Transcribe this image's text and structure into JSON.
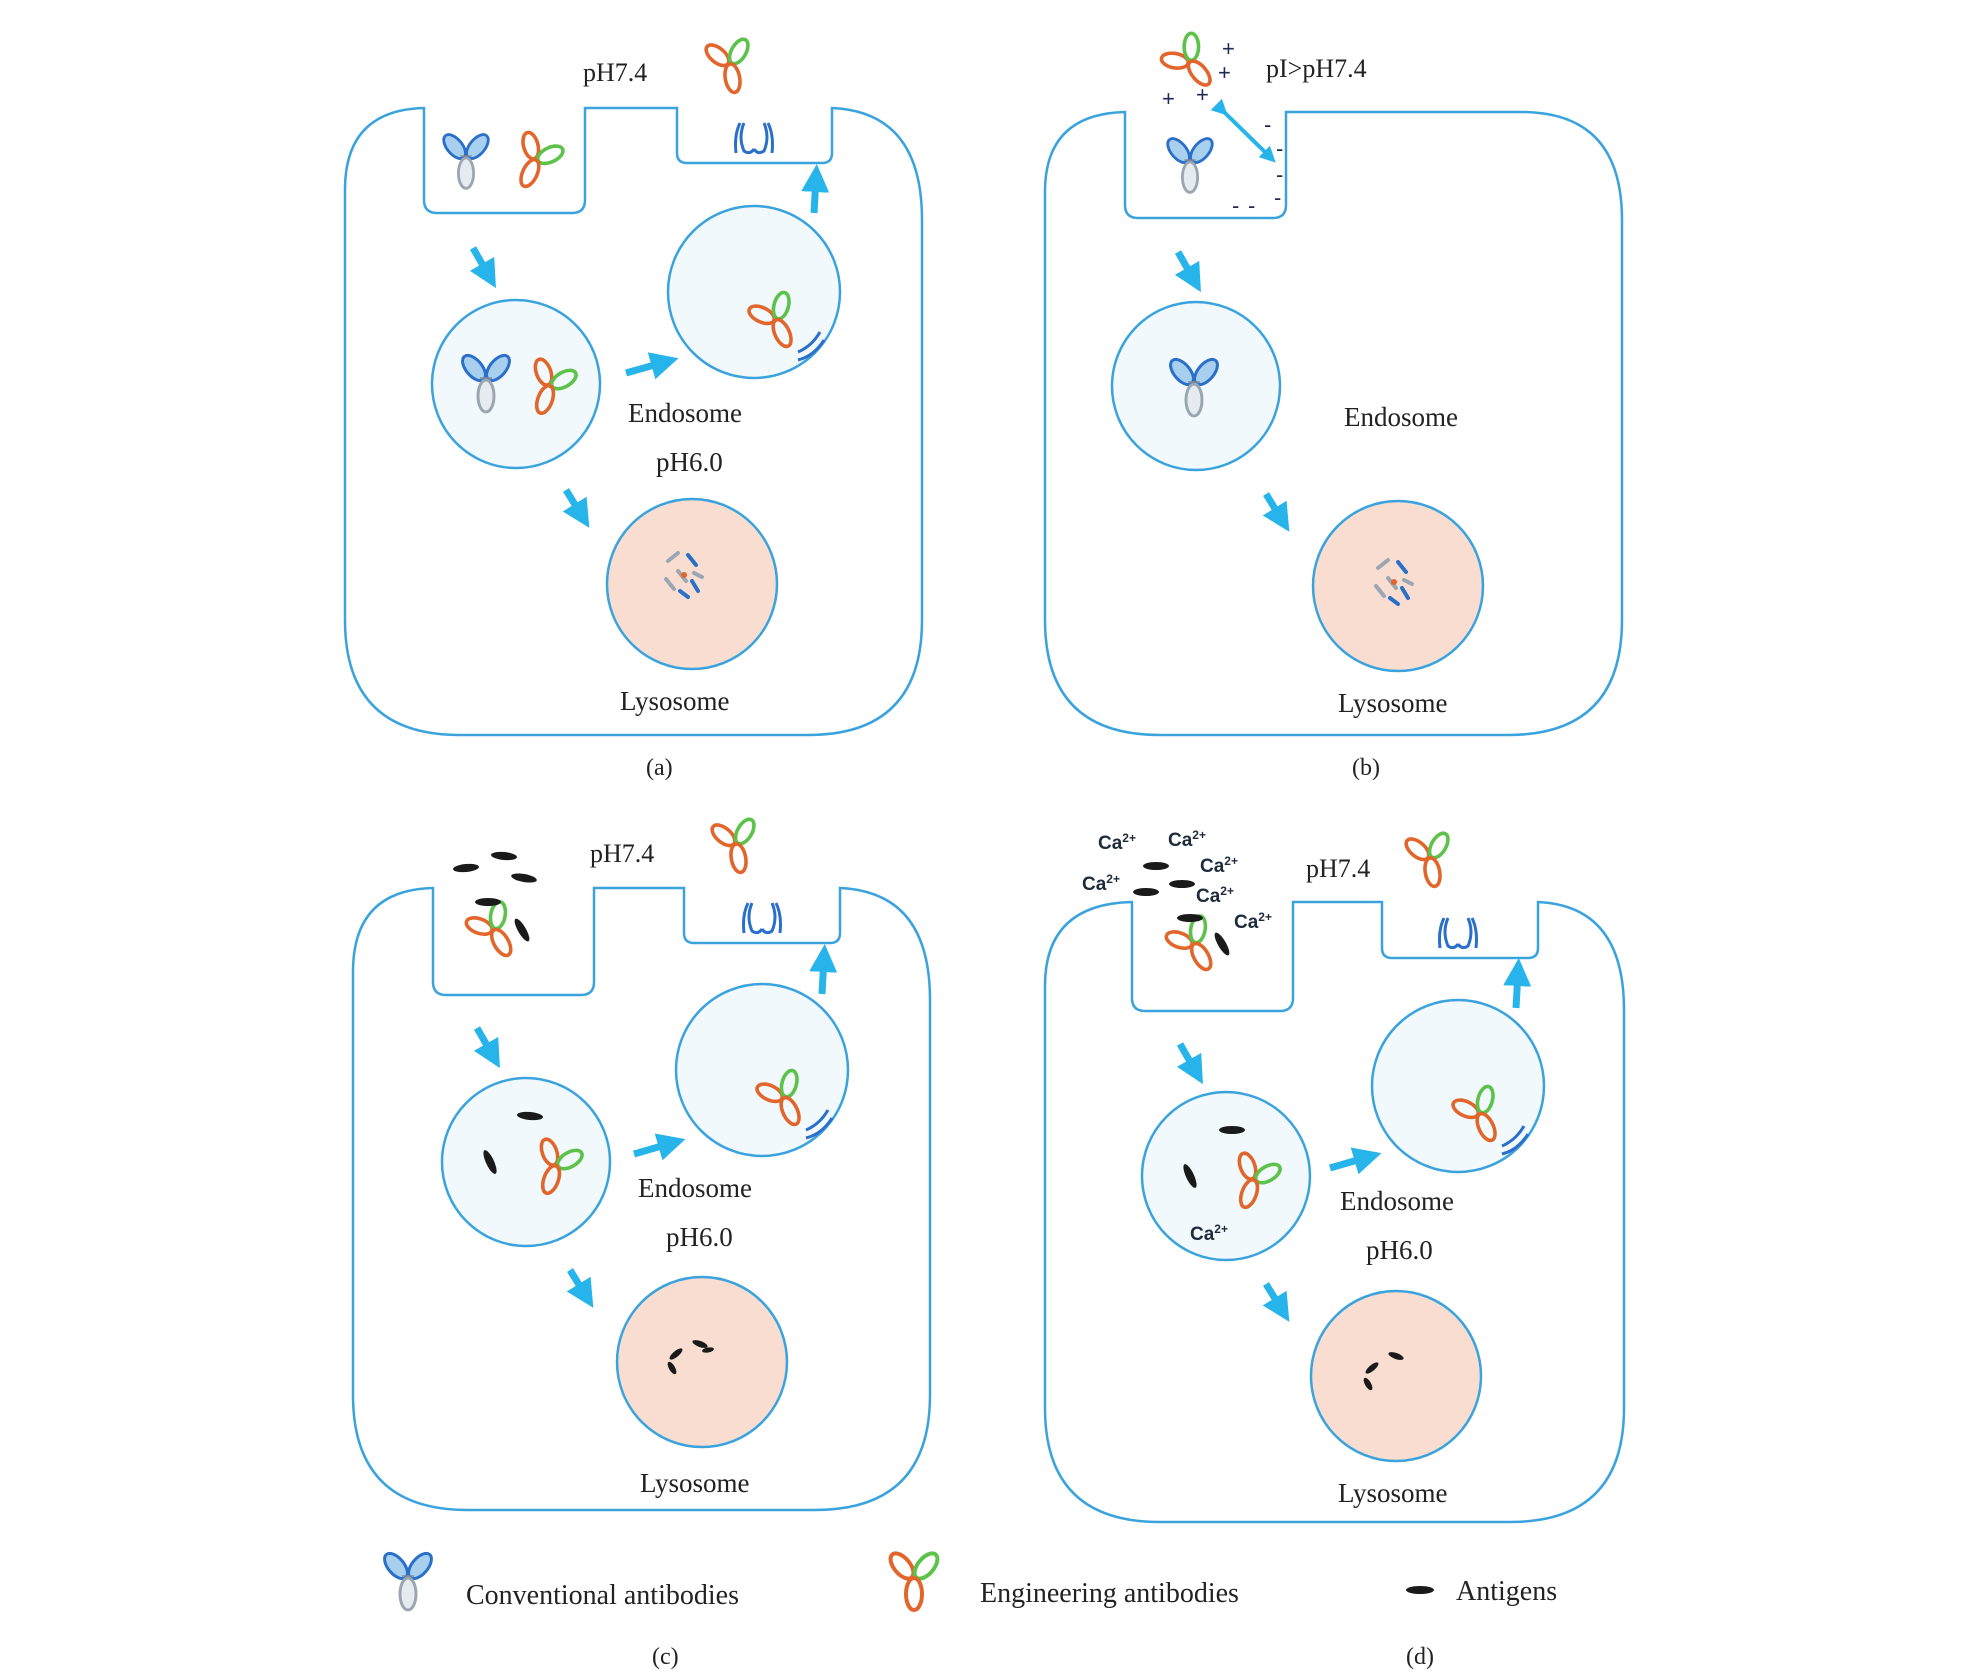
{
  "colors": {
    "membrane": "#3aa3de",
    "endosome_fill": "#f1f9fd",
    "lysosome_fill": "#f8ddd0",
    "arrow": "#27b4ea",
    "conv_arm": "#2a6fc9",
    "conv_arm_light": "#a9cfee",
    "conv_stem": "#9aa7b3",
    "eng_orange": "#e2662b",
    "eng_green": "#5cc24a",
    "antigen": "#1a1a1a",
    "receptor": "#2a6fc9"
  },
  "panels": {
    "a": {
      "caption": "(a)",
      "ph_outside": "pH7.4",
      "endosome_label": "Endosome",
      "ph_endosome": "pH6.0",
      "lysosome_label": "Lysosome"
    },
    "b": {
      "caption": "(b)",
      "pi_label": "pI>pH7.4",
      "endosome_label": "Endosome",
      "lysosome_label": "Lysosome",
      "plus": "+",
      "minus": "-"
    },
    "c": {
      "caption": "(c)",
      "ph_outside": "pH7.4",
      "endosome_label": "Endosome",
      "ph_endosome": "pH6.0",
      "lysosome_label": "Lysosome"
    },
    "d": {
      "caption": "(d)",
      "ph_outside": "pH7.4",
      "endosome_label": "Endosome",
      "ph_endosome": "pH6.0",
      "lysosome_label": "Lysosome",
      "ca_main": "Ca",
      "ca_sup": "2+"
    }
  },
  "legend": {
    "conventional": "Conventional antibodies",
    "engineering": "Engineering antibodies",
    "antigens": "Antigens"
  }
}
